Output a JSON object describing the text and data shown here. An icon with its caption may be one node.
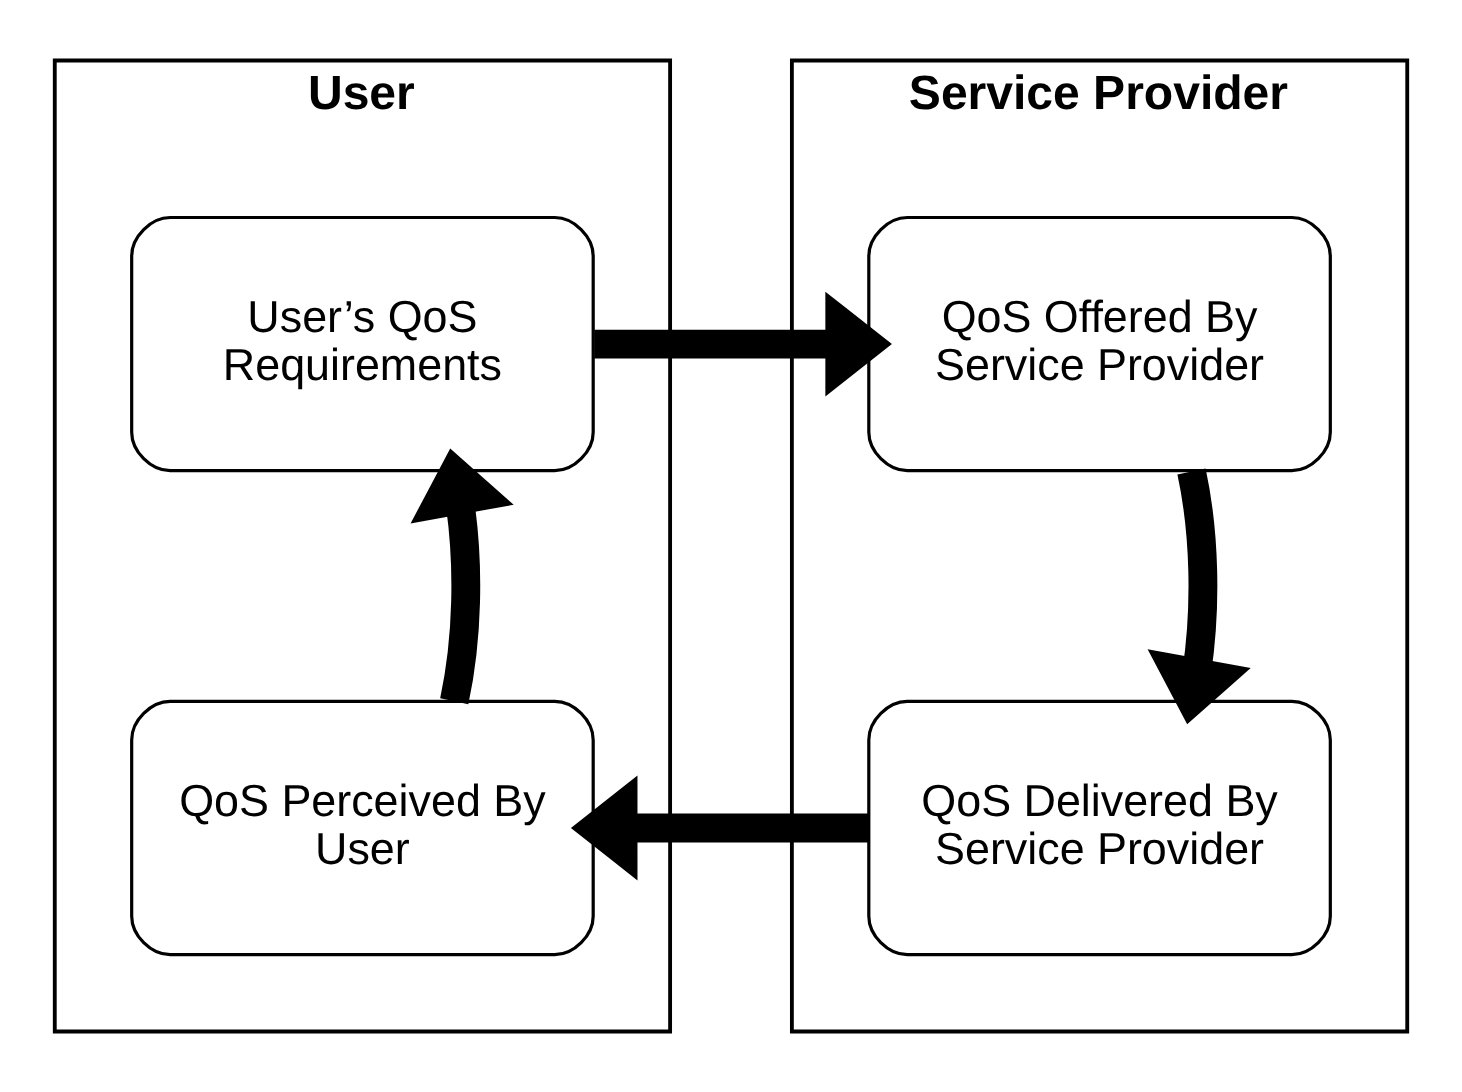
{
  "diagram": {
    "nodes": [
      {
        "text": [
          "User"
        ]
      },
      {
        "text": [
          "Service Provider"
        ]
      },
      {
        "text": [
          "User’s QoS Requirements"
        ],
        "in": 0
      },
      {
        "text": [
          "QoS Offered By Service Provider"
        ],
        "in": 1
      },
      {
        "text": [
          "QoS Delivered By Service Provider"
        ],
        "in": 1
      },
      {
        "text": [
          "QoS Perceived By User"
        ],
        "in": 0
      }
    ],
    "edges": [
      {
        "from": 2,
        "to": 3,
        "arrow": "to"
      },
      {
        "from": 3,
        "to": 4,
        "arrow": "to"
      },
      {
        "from": 4,
        "to": 5,
        "arrow": "to"
      },
      {
        "from": 5,
        "to": 2,
        "arrow": "to"
      }
    ]
  }
}
